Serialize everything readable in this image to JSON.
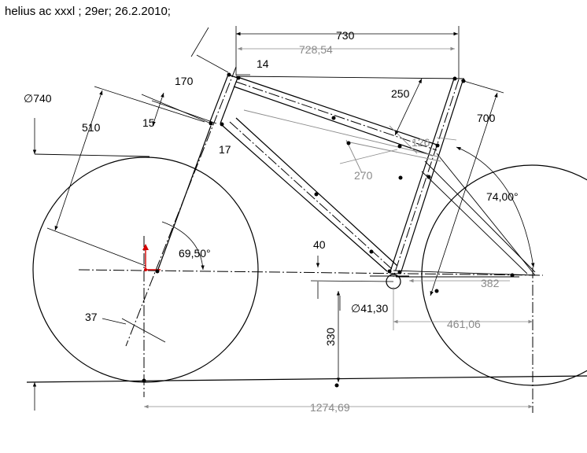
{
  "title": "helius ac xxxl ; 29er; 26.2.2010;",
  "dimensions": {
    "d730": "730",
    "d728": "728,54",
    "d14": "14",
    "d170": "170",
    "d740": "∅740",
    "d510": "510",
    "d15": "15",
    "d17": "17",
    "d250": "250",
    "d700": "700",
    "d126": "126",
    "d270": "270",
    "d74": "74,00°",
    "d6950": "69,50°",
    "d40": "40",
    "d382": "382",
    "d4130": "∅41,30",
    "d37": "37",
    "d46106": "461,06",
    "d330": "330",
    "d127469": "1274,69"
  },
  "colors": {
    "line": "#000000",
    "secondary": "#8a8a8a",
    "origin": "#d40000"
  }
}
